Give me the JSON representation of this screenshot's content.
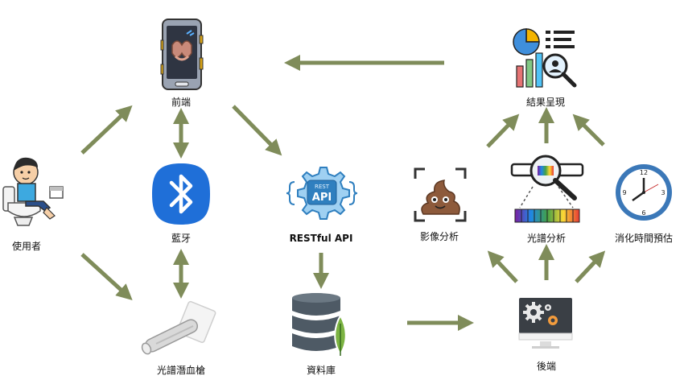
{
  "nodes": {
    "frontend": "前端",
    "bluetooth": "藍牙",
    "restful": "RESTful API",
    "user": "使用者",
    "spectral_pen": "光譜潛血槍",
    "database": "資料庫",
    "backend": "後端",
    "image_analysis": "影像分析",
    "spectral_analysis": "光譜分析",
    "digestion_prediction": "消化時間預估",
    "results": "結果呈現"
  },
  "icons": {
    "frontend": "smartphone-icon",
    "bluetooth": "bluetooth-icon",
    "restful": "rest-api-gear-icon",
    "user": "child-on-toilet-icon",
    "spectral_pen": "pen-device-icon",
    "database": "database-icon",
    "backend": "computer-settings-icon",
    "image_analysis": "poop-scan-icon",
    "spectral_analysis": "magnifier-spectrum-icon",
    "digestion_prediction": "clock-icon",
    "results": "charts-analysis-icon"
  },
  "colors": {
    "arrow": "#7f8c5a",
    "bluetooth": "#1f6fd8",
    "api_blue": "#9fd0f2",
    "database": "#4e5a65",
    "leaf": "#7cb342"
  },
  "rest_badge": {
    "top": "REST",
    "bottom": "API"
  }
}
